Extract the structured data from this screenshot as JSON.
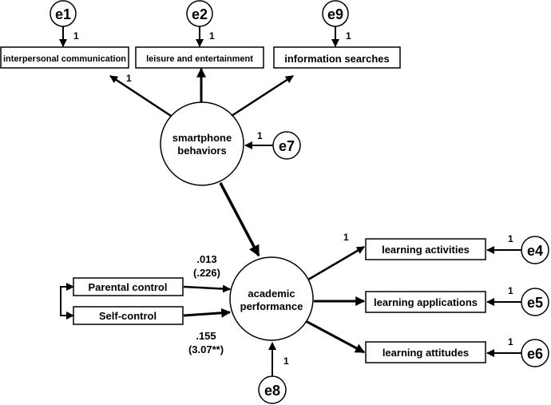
{
  "errors": {
    "e1": "e1",
    "e2": "e2",
    "e9": "e9",
    "e7": "e7",
    "e8": "e8",
    "e4": "e4",
    "e5": "e5",
    "e6": "e6"
  },
  "observed": {
    "interpersonal": "interpersonal communication",
    "leisure": "leisure and entertainment",
    "information": "information searches",
    "parental": "Parental control",
    "self": "Self-control",
    "activities": "learning activities",
    "applications": "learning applications",
    "attitudes": "learning attitudes"
  },
  "latent": {
    "smartphone_line1": "smartphone",
    "smartphone_line2": "behaviors",
    "academic_line1": "academic",
    "academic_line2": "performance"
  },
  "weights": {
    "e1_path": "1",
    "e2_path": "1",
    "e9_path": "1",
    "interpersonal_loading": "1",
    "e7_path": "1",
    "activities_loading": "1",
    "e4_path": "1",
    "e5_path": "1",
    "e6_path": "1",
    "e8_path": "1"
  },
  "coefficients": {
    "parental_estimate": ".013",
    "parental_t": "(.226)",
    "self_estimate": ".155",
    "self_t": "(3.07**)"
  }
}
